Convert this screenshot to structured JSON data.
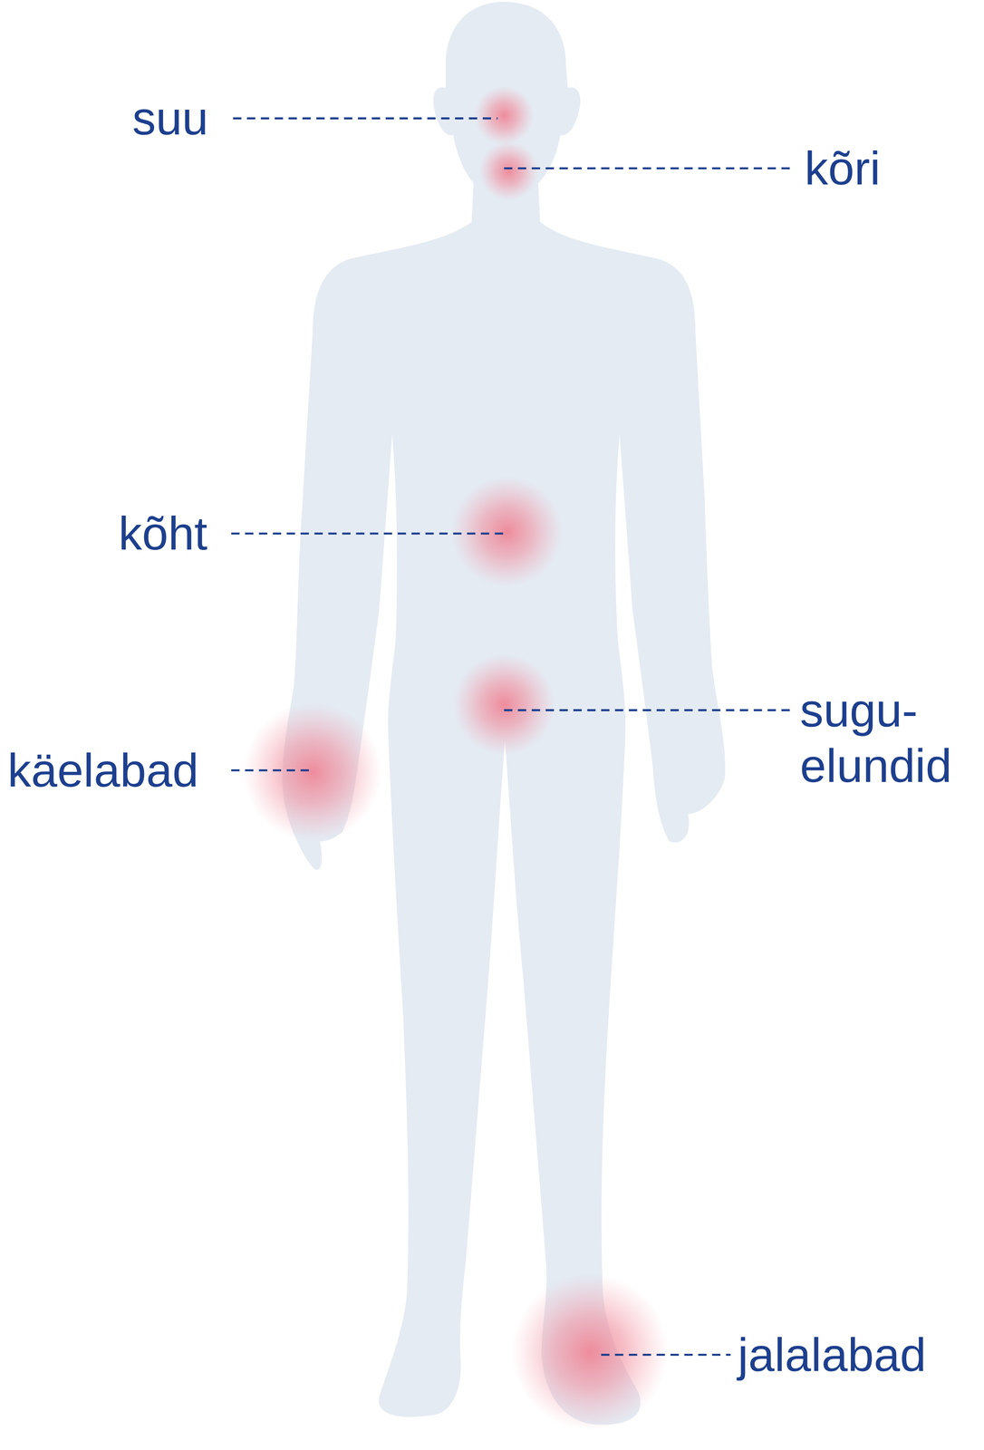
{
  "diagram": {
    "labels": [
      "suu",
      "kõri",
      "kõht",
      "käelabad",
      "sugu- elundid",
      "jalalabad"
    ]
  }
}
